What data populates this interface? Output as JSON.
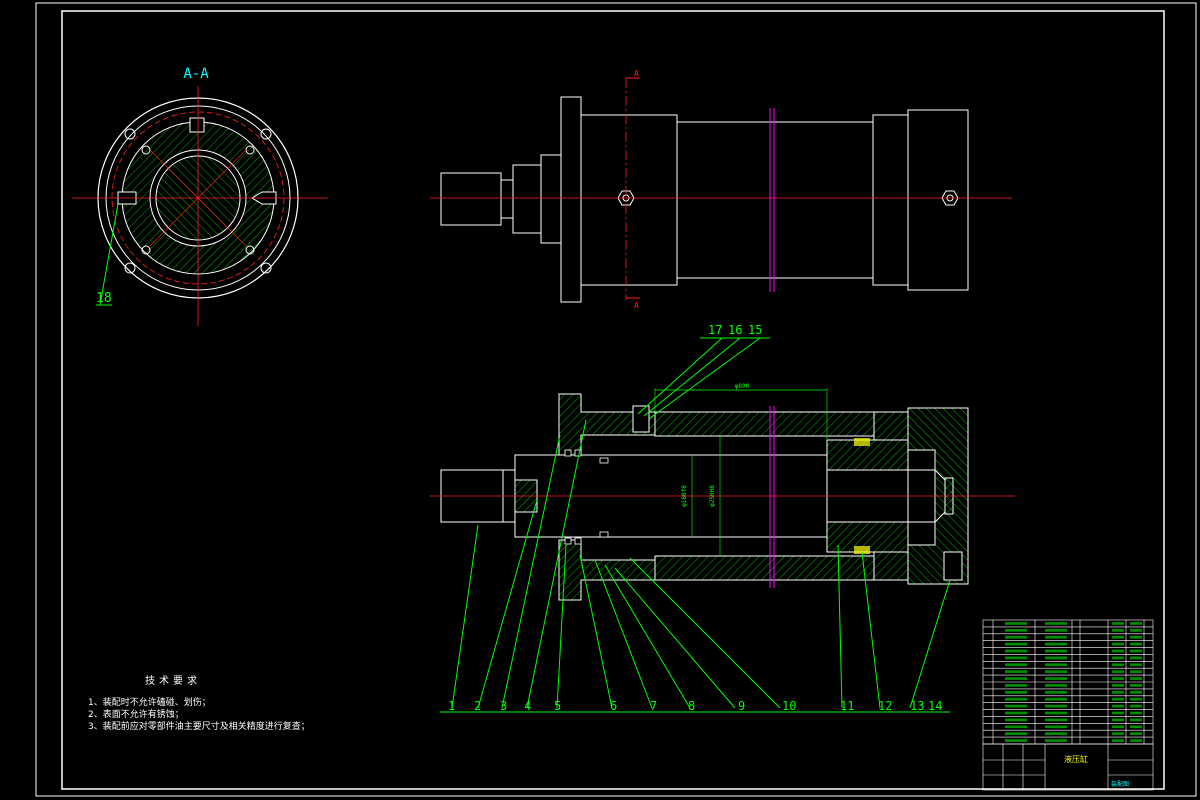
{
  "section_label": "A-A",
  "section_marker": "A",
  "dimension_top": "φ890",
  "dimension_rod": "φ160f8",
  "dimension_bore": "φ250H8",
  "part_numbers_left": [
    "1",
    "2",
    "3",
    "4",
    "5",
    "6",
    "7",
    "8",
    "9",
    "10",
    "11",
    "12",
    "13",
    "14"
  ],
  "part_numbers_top": [
    "17",
    "16",
    "15"
  ],
  "part_number_section": "18",
  "technical_requirements": {
    "title": "技术要求",
    "items": [
      "1、装配时不允许磕碰、划伤；",
      "2、表面不允许有锈蚀；",
      "3、装配前应对零部件油主要尺寸及相关精度进行复查；"
    ]
  },
  "title_block": {
    "drawing_name": "液压缸",
    "company": "",
    "sheet_label": "装配图"
  },
  "colors": {
    "background": "#000000",
    "outline": "#ffffff",
    "centerline": "#ff2020",
    "leader": "#00ff00",
    "hatch": "#00c000",
    "cutting_plane": "#ff00ff",
    "text_cyan": "#00ffff"
  }
}
